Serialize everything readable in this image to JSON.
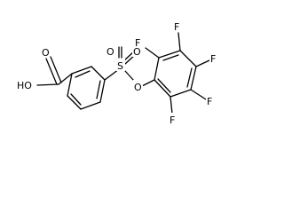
{
  "molecule": {
    "labels": {
      "hydroxyl": "HO",
      "carbonyl_oxygen": "O",
      "sulfur": "S",
      "sulfonyl_oxygen_left": "O",
      "sulfonyl_oxygen_right": "O",
      "ester_oxygen": "O",
      "fluorine_1": "F",
      "fluorine_2": "F",
      "fluorine_3": "F",
      "fluorine_4": "F",
      "fluorine_5": "F"
    },
    "colors": {
      "bonds": "#000000",
      "labels": "#000000",
      "background": "#ffffff"
    }
  }
}
